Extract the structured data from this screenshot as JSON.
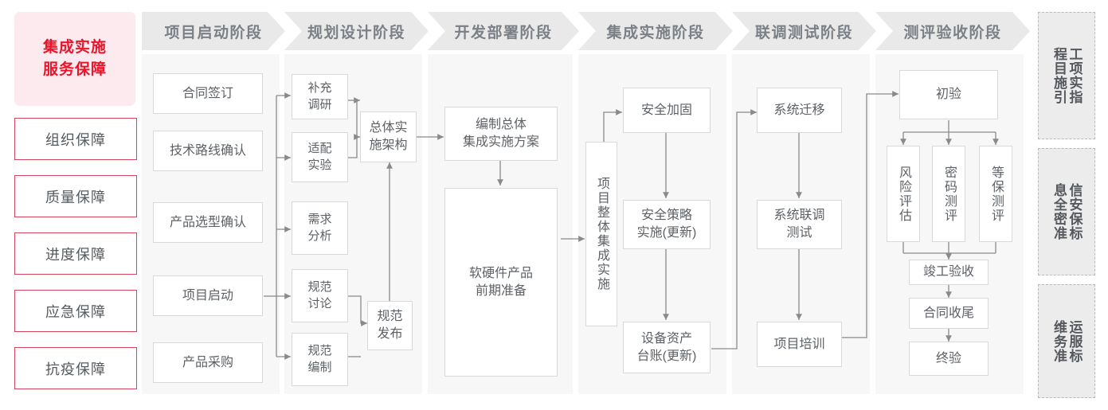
{
  "left_panel": {
    "title": "集成实施\n服务保障",
    "title_line1": "集成实施",
    "title_line2": "服务保障",
    "accent_color": "#e8152b",
    "accent_bg": "#fceaee",
    "border_color": "#d6455c",
    "items": [
      {
        "label": "组织保障"
      },
      {
        "label": "质量保障"
      },
      {
        "label": "进度保障"
      },
      {
        "label": "应急保障"
      },
      {
        "label": "抗疫保障"
      }
    ]
  },
  "phases": [
    {
      "label": "项目启动阶段",
      "nodes": [
        {
          "label": "合同签订"
        },
        {
          "label": "技术路线确认"
        },
        {
          "label": "产品选型确认"
        },
        {
          "label": "项目启动"
        },
        {
          "label": "产品采购"
        }
      ]
    },
    {
      "label": "规划设计阶段",
      "nodes": [
        {
          "label": "补充\n调研",
          "l1": "补充",
          "l2": "调研"
        },
        {
          "label": "适配\n实验",
          "l1": "适配",
          "l2": "实验"
        },
        {
          "label": "需求\n分析",
          "l1": "需求",
          "l2": "分析"
        },
        {
          "label": "规范\n讨论",
          "l1": "规范",
          "l2": "讨论"
        },
        {
          "label": "规范\n编制",
          "l1": "规范",
          "l2": "编制"
        },
        {
          "label": "总体实\n施架构",
          "l1": "总体实",
          "l2": "施架构"
        },
        {
          "label": "规范\n发布",
          "l1": "规范",
          "l2": "发布"
        }
      ]
    },
    {
      "label": "开发部署阶段",
      "nodes": [
        {
          "label": "编制总体\n集成实施方案",
          "l1": "编制总体",
          "l2": "集成实施方案"
        },
        {
          "label": "软硬件产品\n前期准备",
          "l1": "软硬件产品",
          "l2": "前期准备"
        }
      ]
    },
    {
      "label": "集成实施阶段",
      "nodes": [
        {
          "label": "项目整体集成实施"
        },
        {
          "label": "安全加固"
        },
        {
          "label": "安全策略\n实施(更新)",
          "l1": "安全策略",
          "l2": "实施(更新)"
        },
        {
          "label": "设备资产\n台账(更新)",
          "l1": "设备资产",
          "l2": "台账(更新)"
        }
      ]
    },
    {
      "label": "联调测试阶段",
      "nodes": [
        {
          "label": "系统迁移"
        },
        {
          "label": "系统联调\n测试",
          "l1": "系统联调",
          "l2": "测试"
        },
        {
          "label": "项目培训"
        }
      ]
    },
    {
      "label": "测评验收阶段",
      "nodes": [
        {
          "label": "初验"
        },
        {
          "label": "风险评估"
        },
        {
          "label": "密码测评"
        },
        {
          "label": "等保测评"
        },
        {
          "label": "竣工验收"
        },
        {
          "label": "合同收尾"
        },
        {
          "label": "终验"
        }
      ]
    }
  ],
  "standards": [
    {
      "col_right": "程目施引",
      "col_left": "工项实指",
      "full": "工程项目实施指引"
    },
    {
      "col_right": "息全密准",
      "col_left": "信安保标",
      "full": "信息安全保密标准"
    },
    {
      "col_right": "维务准",
      "col_left": "运服标",
      "full": "运维服务标准"
    }
  ],
  "colors": {
    "header_bg": "#e9e9e9",
    "header_text": "#7b8086",
    "column_bg": "#f7f7f7",
    "node_border": "#d9d9d9",
    "node_text": "#5d6166",
    "wire": "#8a8a8a",
    "std_bg": "#ececec",
    "std_border": "#b9b9b9"
  }
}
